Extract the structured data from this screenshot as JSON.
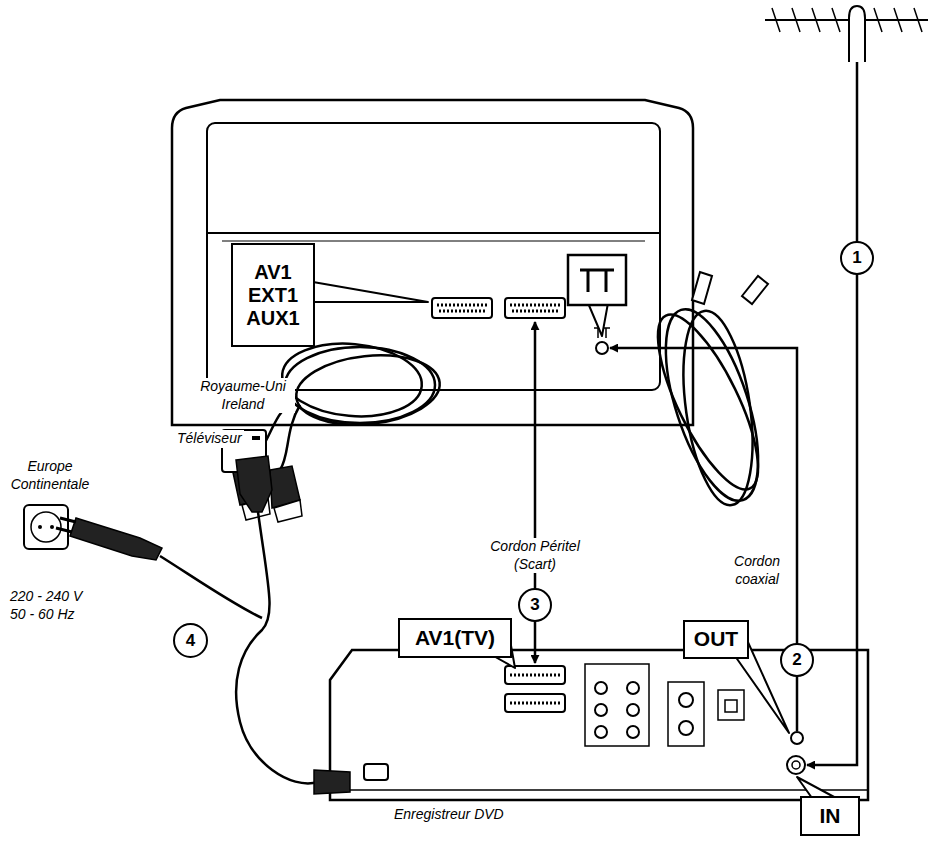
{
  "diagram": {
    "nodes": [
      {
        "text": [
          "AV1 EXT1 AUX1"
        ]
      },
      {
        "text": [
          "1"
        ]
      },
      {
        "text": [
          "3"
        ]
      },
      {
        "text": [
          "2"
        ]
      },
      {
        "text": [
          "4"
        ]
      },
      {
        "text": [
          "AV1(TV)"
        ]
      },
      {
        "text": [
          "OUT"
        ]
      },
      {
        "text": [
          "IN"
        ]
      }
    ],
    "labels": [
      "Téléviseur",
      "Cordon Péritel (Scart)",
      "Cordon coaxial",
      "Royaume-Uni Ireland",
      "Europe Continentale",
      "220 - 240 V 50 - 60 Hz",
      "Enregistreur DVD"
    ]
  }
}
